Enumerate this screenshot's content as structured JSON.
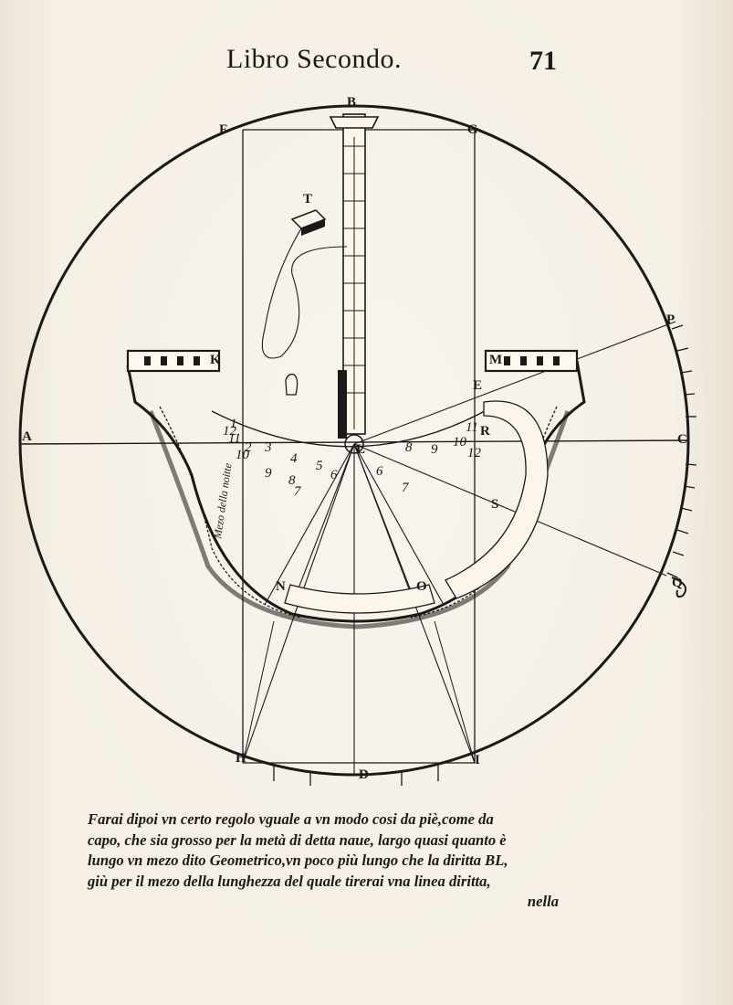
{
  "header": {
    "running_title": "Libro Secondo.",
    "page_number": "71"
  },
  "figure": {
    "labels": {
      "A": "A",
      "B": "B",
      "C": "C",
      "D": "D",
      "E": "E",
      "F": "F",
      "G": "G",
      "H": "H",
      "I": "I",
      "K": "K",
      "L": "L",
      "M": "M",
      "N": "N",
      "O": "O",
      "P": "P",
      "Q": "Q",
      "R": "R",
      "S": "S",
      "T": "T"
    },
    "arc_label": "Mezo della noitte",
    "left_numbers": [
      "1",
      "2",
      "3",
      "4",
      "5",
      "6",
      "7",
      "8",
      "9",
      "10",
      "11",
      "12"
    ],
    "right_numbers": [
      "6",
      "7",
      "8",
      "9",
      "10",
      "11",
      "12"
    ]
  },
  "caption": {
    "lines": [
      "Farai dipoi vn certo regolo vguale a vn modo cosi da piè,come da",
      "capo, che sia grosso per la metà di detta naue, largo quasi quanto è",
      "lungo vn mezo dito Geometrico,vn poco più lungo che la diritta BL,",
      "giù per il mezo della lunghezza del quale tirerai vna linea diritta,"
    ],
    "catchword": "nella"
  }
}
